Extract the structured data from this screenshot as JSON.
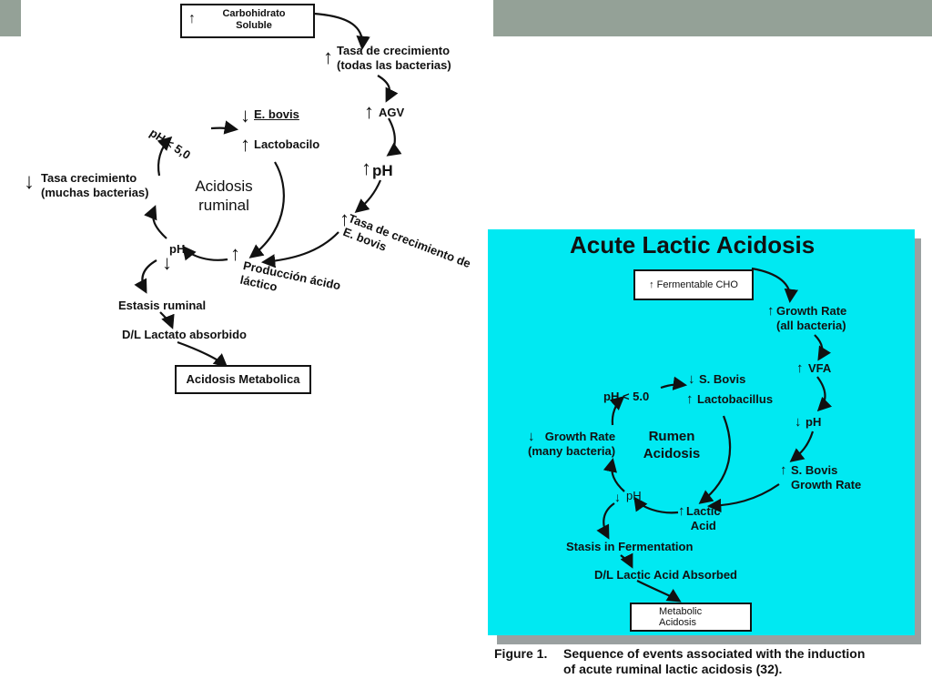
{
  "spanish": {
    "top_box": [
      "Carbohidrato",
      "Soluble"
    ],
    "tasa_todas": [
      "Tasa de crecimiento",
      "(todas las bacterias)"
    ],
    "agv": "AGV",
    "ph": "pH",
    "tasa_ebovis": [
      "Tasa de crecimiento de",
      "E. bovis"
    ],
    "e_bovis": "E.  bovis",
    "lactobacilo": "Lactobacilo",
    "ph_lt": "pH < 5,0",
    "center": [
      "Acidosis",
      "ruminal"
    ],
    "tasa_muchas": [
      "Tasa crecimiento",
      "(muchas bacterias)"
    ],
    "ph_lower": "pH",
    "produccion": [
      "Producción ácido",
      "láctico"
    ],
    "estasis": "Estasis ruminal",
    "lactato": "D/L Lactato absorbido",
    "bottom_box": "Acidosis Metabolica"
  },
  "english": {
    "title": "Acute Lactic Acidosis",
    "top_box": "Fermentable CHO",
    "growth_all": [
      "Growth Rate",
      "(all bacteria)"
    ],
    "vfa": "VFA",
    "ph": "pH",
    "sbovis_growth": [
      "S. Bovis",
      "Growth Rate"
    ],
    "s_bovis": "S. Bovis",
    "lactobacillus": "Lactobacillus",
    "ph_lt": "pH < 5.0",
    "center": [
      "Rumen",
      "Acidosis"
    ],
    "growth_many": [
      "Growth Rate",
      "(many bacteria)"
    ],
    "ph_lower": "pH",
    "lactic_acid": [
      "Lactic",
      "Acid"
    ],
    "stasis": "Stasis in Fermentation",
    "absorbed": "D/L Lactic Acid Absorbed",
    "bottom_box": [
      "Metabolic",
      "Acidosis"
    ]
  },
  "caption": {
    "label": "Figure 1.",
    "lines": [
      "Sequence of events associated with the induction",
      "of acute ruminal lactic acidosis (32)."
    ]
  },
  "colors": {
    "band": "#94a197",
    "panel": "#00e9f2",
    "ink": "#111111"
  }
}
